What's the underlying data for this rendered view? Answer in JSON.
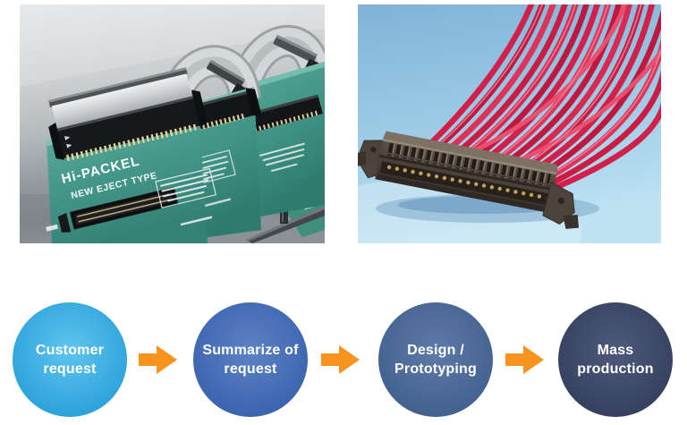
{
  "page": {
    "background_color": "#ffffff"
  },
  "photos": {
    "left": {
      "alt": "Hi-PACKEL eject-type connectors with silver ribbon cables mounted on green PCBs over a metallic surface",
      "board_label_line1": "Hi-PACKEL",
      "board_label_line2": "NEW EJECT TYPE"
    },
    "right": {
      "alt": "Wire-to-board connector with a harness of red discrete wires on a light blue background"
    }
  },
  "flow": {
    "arrow_color": "#F6941F",
    "steps": [
      {
        "line1": "Customer",
        "line2": "request",
        "center_color": "#60c4ee",
        "edge_color": "#2aa1da"
      },
      {
        "line1": "Summarize of",
        "line2": "request",
        "center_color": "#5d82c5",
        "edge_color": "#3a63ae"
      },
      {
        "line1": "Design /",
        "line2": "Prototyping",
        "center_color": "#5e7aa7",
        "edge_color": "#42608e"
      },
      {
        "line1": "Mass",
        "line2": "production",
        "center_color": "#4e5a7c",
        "edge_color": "#353f5d"
      }
    ]
  }
}
